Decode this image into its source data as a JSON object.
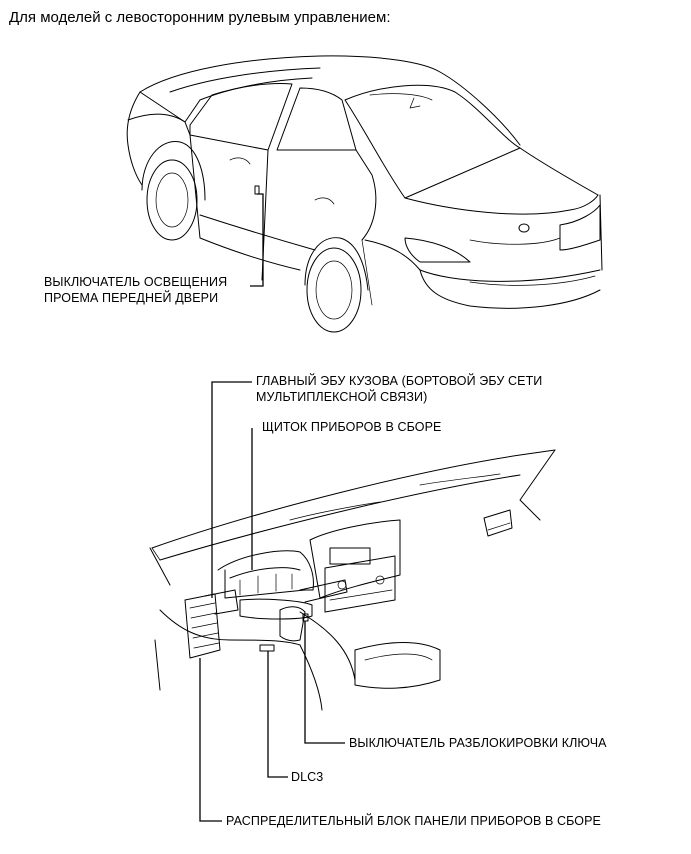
{
  "header": "Для моделей с левосторонним рулевым управлением:",
  "labels": {
    "door_switch_1": "ВЫКЛЮЧАТЕЛЬ ОСВЕЩЕНИЯ",
    "door_switch_2": "ПРОЕМА ПЕРЕДНЕЙ ДВЕРИ",
    "main_ecu_1": "ГЛАВНЫЙ ЭБУ КУЗОВА (БОРТОВОЙ ЭБУ СЕТИ",
    "main_ecu_2": "МУЛЬТИПЛЕКСНОЙ СВЯЗИ)",
    "meter": "ЩИТОК ПРИБОРОВ В СБОРЕ",
    "unlock_switch": "ВЫКЛЮЧАТЕЛЬ РАЗБЛОКИРОВКИ КЛЮЧА",
    "dlc3": "DLC3",
    "junction_block": "РАСПРЕДЕЛИТЕЛЬНЫЙ БЛОК ПАНЕЛИ ПРИБОРОВ В СБОРЕ"
  }
}
